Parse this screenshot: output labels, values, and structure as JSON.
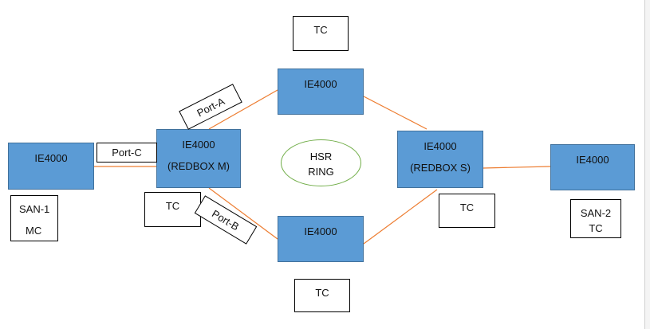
{
  "colors": {
    "node_fill": "#5b9bd5",
    "node_border": "#41719c",
    "link": "#ed7d31",
    "ring_outline": "#70ad47"
  },
  "nodes": {
    "left": {
      "label": "IE4000"
    },
    "redbox_m": {
      "label": "IE4000",
      "sublabel": "(REDBOX M)"
    },
    "top": {
      "label": "IE4000"
    },
    "bottom": {
      "label": "IE4000"
    },
    "redbox_s": {
      "label": "IE4000",
      "sublabel": "(REDBOX S)"
    },
    "right": {
      "label": "IE4000"
    }
  },
  "ring": {
    "line1": "HSR",
    "line2": "RING"
  },
  "ports": {
    "a": "Port-A",
    "b": "Port-B",
    "c": "Port-C"
  },
  "boxes": {
    "tc_top": "TC",
    "tc_bottom": "TC",
    "tc_redbox_m": "TC",
    "tc_redbox_s": "TC",
    "san1": {
      "line1": "SAN-1",
      "line2": "MC"
    },
    "san2": {
      "line1": "SAN-2",
      "line2": "TC"
    }
  }
}
